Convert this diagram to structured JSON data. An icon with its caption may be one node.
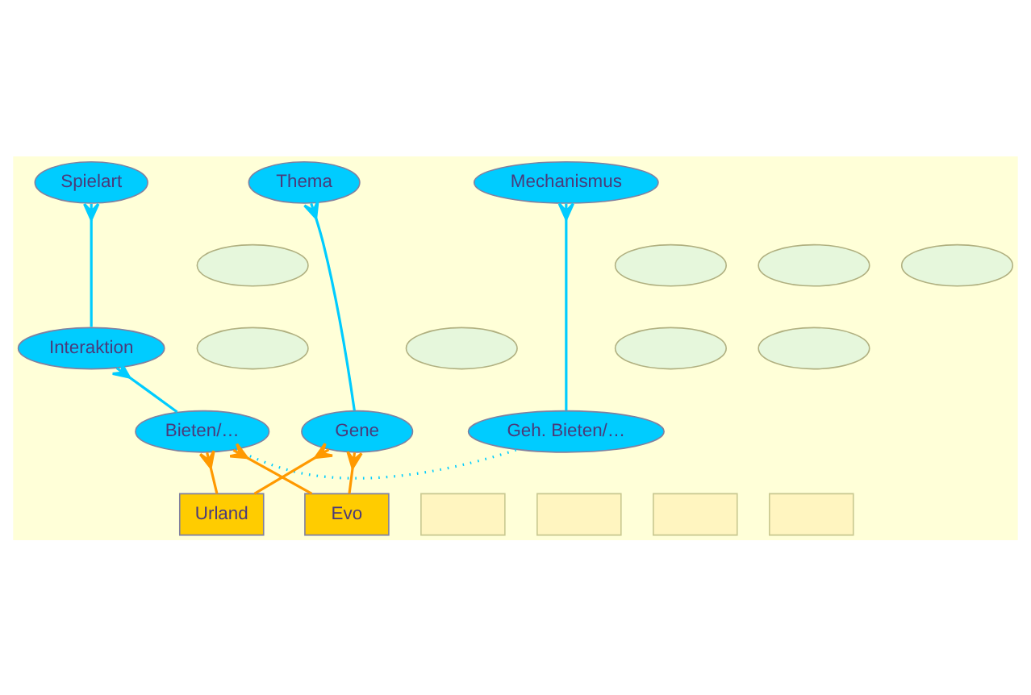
{
  "diagram": {
    "nodes": [
      {
        "text": [
          "Thema"
        ]
      },
      {
        "text": [
          "Spielart"
        ]
      },
      {
        "text": [
          "Mechanismus"
        ]
      },
      {
        "text": [],
        "shape": "ellipse"
      },
      {
        "text": [],
        "shape": "ellipse"
      },
      {
        "text": [
          "Interaktion"
        ]
      },
      {
        "text": [],
        "shape": "ellipse"
      },
      {
        "text": [],
        "shape": "ellipse"
      },
      {
        "text": [],
        "shape": "ellipse"
      },
      {
        "text": [],
        "shape": "ellipse"
      },
      {
        "text": [],
        "shape": "ellipse"
      },
      {
        "text": [],
        "shape": "ellipse"
      },
      {
        "text": [
          "Gene"
        ]
      },
      {
        "text": [
          "Bieten/…"
        ]
      },
      {
        "text": [
          "Geh. Bieten/…"
        ]
      },
      {
        "text": [
          "Urland"
        ]
      },
      {
        "text": [
          "Evo"
        ]
      },
      {
        "text": [],
        "shape": "box"
      },
      {
        "text": [],
        "shape": "box"
      },
      {
        "text": [],
        "shape": "box"
      },
      {
        "text": [],
        "shape": "box"
      }
    ],
    "edges": [
      {
        "from": 12,
        "to": 0,
        "arrow": "other"
      },
      {
        "from": 5,
        "to": 1,
        "arrow": "other"
      },
      {
        "from": 13,
        "to": 5,
        "arrow": "other"
      },
      {
        "from": 14,
        "to": 2,
        "arrow": "other"
      },
      {
        "from": 13,
        "to": 14,
        "arrow": "none",
        "style": "dashed"
      },
      {
        "from": 15,
        "to": 12,
        "arrow": "other",
        "color": "#ff9900"
      },
      {
        "from": 15,
        "to": 13,
        "arrow": "other",
        "color": "#ff9900"
      },
      {
        "from": 16,
        "to": 12,
        "arrow": "other",
        "color": "#ff9900"
      },
      {
        "from": 16,
        "to": 13,
        "arrow": "other",
        "color": "#ff9900"
      }
    ]
  }
}
